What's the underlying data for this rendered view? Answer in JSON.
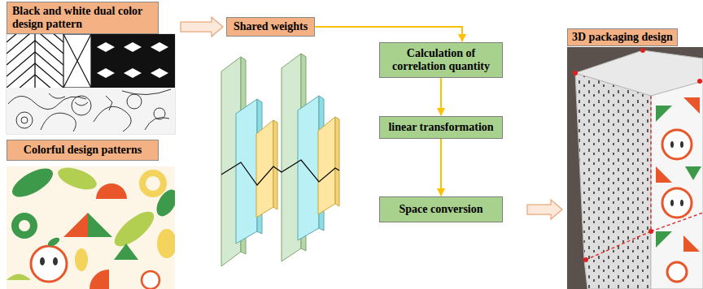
{
  "diagram": {
    "nodes": [
      {
        "text": [
          "Black and white dual color design pattern"
        ]
      },
      {
        "text": [
          "Colorful design patterns"
        ]
      },
      {
        "text": [
          "Shared weights"
        ]
      },
      {
        "text": [
          "Calculation of correlation quantity"
        ]
      },
      {
        "text": [
          "linear transformation"
        ]
      },
      {
        "text": [
          "Space conversion"
        ]
      },
      {
        "text": [
          "3D packaging design"
        ]
      }
    ],
    "edges": [
      {
        "from": 0,
        "to": 2,
        "arrow": "to"
      },
      {
        "from": 2,
        "to": 3,
        "arrow": "to"
      },
      {
        "from": 3,
        "to": 4,
        "arrow": "to"
      },
      {
        "from": 4,
        "to": 5,
        "arrow": "to"
      },
      {
        "from": 5,
        "to": 6,
        "arrow": "to"
      }
    ]
  }
}
